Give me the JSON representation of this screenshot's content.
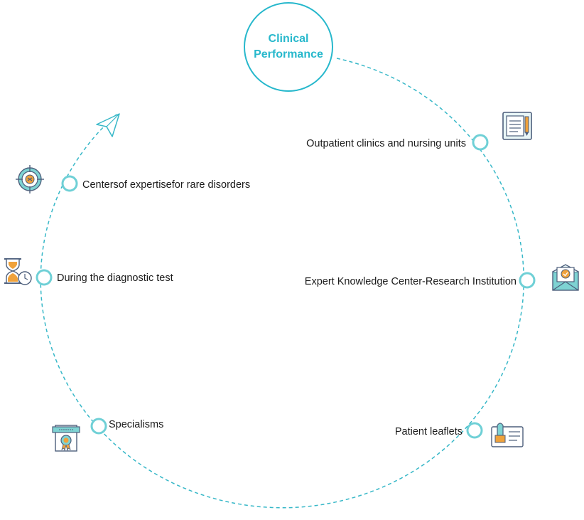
{
  "center": {
    "line1": "Clinical",
    "line2": "Performance"
  },
  "nodes": [
    {
      "label": "Outpatient clinics and nursing units",
      "icon": "clipboard-icon"
    },
    {
      "label": "Expert Knowledge Center-Research Institution",
      "icon": "certificate-envelope-icon"
    },
    {
      "label": "Patient leaflets",
      "icon": "id-card-icon"
    },
    {
      "label": "Specialisms",
      "icon": "award-document-icon"
    },
    {
      "label": "During the diagnostic test",
      "icon": "hourglass-clock-icon"
    },
    {
      "label": "Centersof expertisefor rare disorders",
      "icon": "target-icon"
    }
  ],
  "colors": {
    "accent": "#27b8cc",
    "ring": "#6fd0d6",
    "icon_stroke": "#5b6b86",
    "icon_orange": "#f0a23b",
    "icon_teal": "#7ed3d3"
  }
}
